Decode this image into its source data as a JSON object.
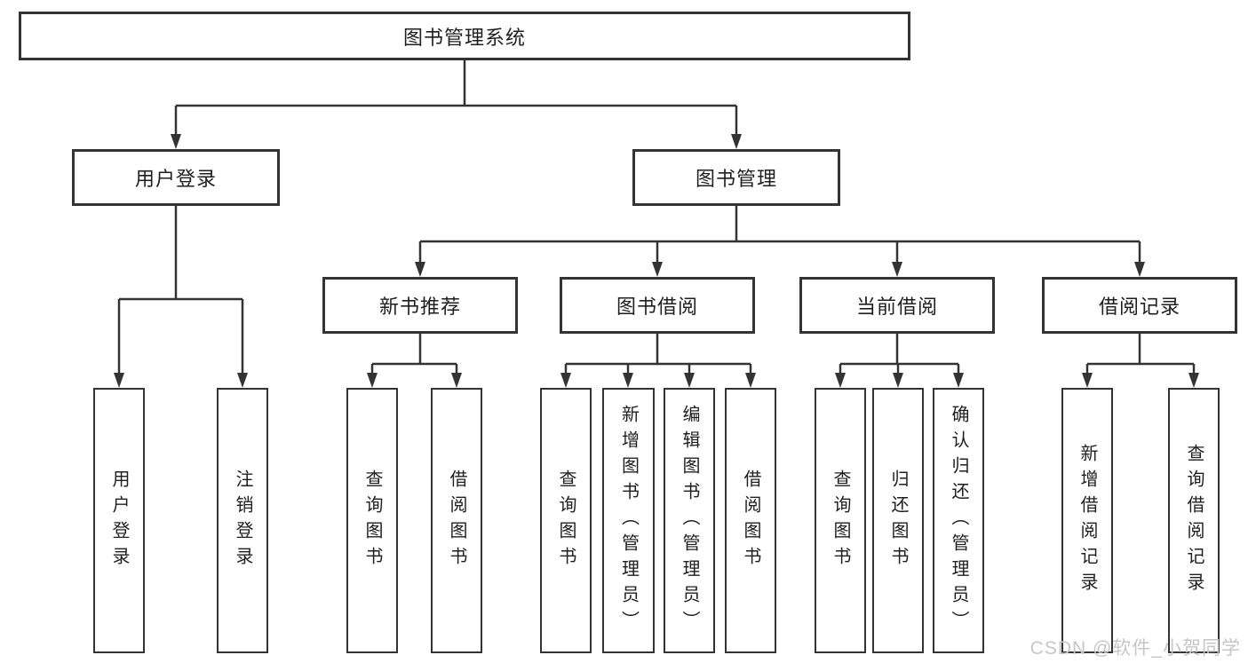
{
  "tree": {
    "root": {
      "label": "图书管理系统"
    },
    "branches": [
      {
        "label": "用户登录",
        "children": [
          {
            "label": "用户登录"
          },
          {
            "label": "注销登录"
          }
        ]
      },
      {
        "label": "图书管理",
        "sections": [
          {
            "label": "新书推荐",
            "children": [
              {
                "label": "查询图书"
              },
              {
                "label": "借阅图书"
              }
            ]
          },
          {
            "label": "图书借阅",
            "children": [
              {
                "label": "查询图书"
              },
              {
                "label": "新增图书（管理员）"
              },
              {
                "label": "编辑图书（管理员）"
              },
              {
                "label": "借阅图书"
              }
            ]
          },
          {
            "label": "当前借阅",
            "children": [
              {
                "label": "查询图书"
              },
              {
                "label": "归还图书"
              },
              {
                "label": "确认归还（管理员）"
              }
            ]
          },
          {
            "label": "借阅记录",
            "children": [
              {
                "label": "新增借阅记录"
              },
              {
                "label": "查询借阅记录"
              }
            ]
          }
        ]
      }
    ]
  },
  "watermark": {
    "text": "CSDN @软件_小贺同学"
  },
  "colors": {
    "line": "#333333",
    "box_border": "#333333",
    "text": "#1f1f1f",
    "watermark": "#c6c6c6",
    "background": "#ffffff"
  }
}
